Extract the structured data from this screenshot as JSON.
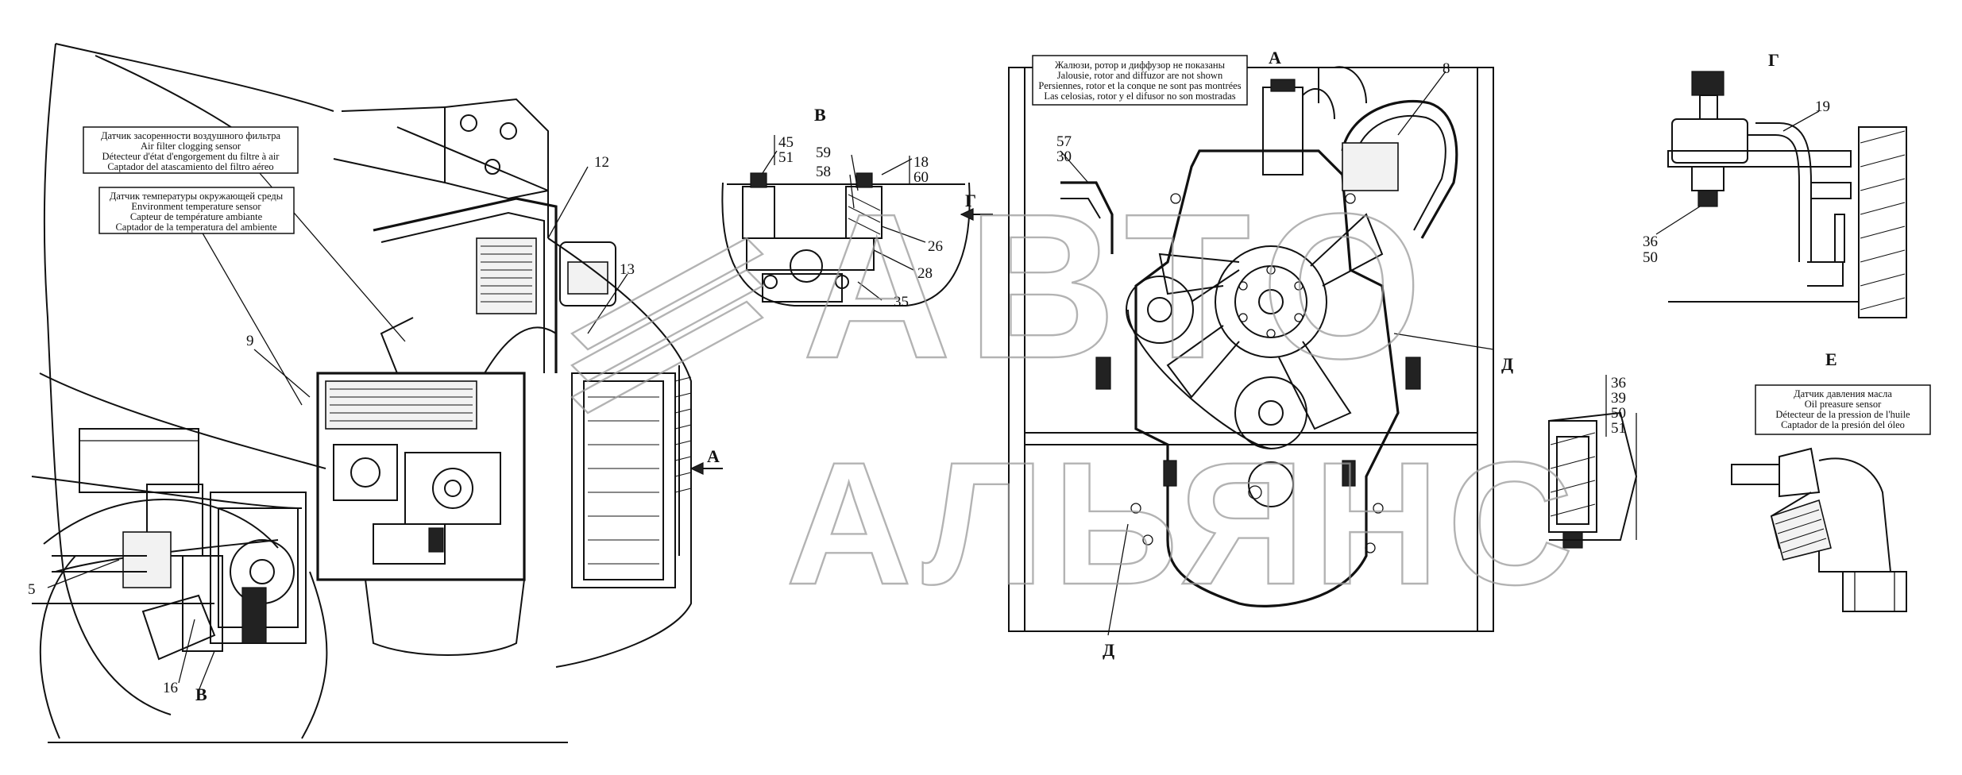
{
  "notes": {
    "air_filter": [
      "Датчик засоренности воздушного фильтра",
      "Air filter clogging sensor",
      "Détecteur d'état d'engorgement du filtre à air",
      "Captador del atascamiento del filtro aéreo"
    ],
    "env_temp": [
      "Датчик температуры окружающей среды",
      "Environment temperature sensor",
      "Capteur de température ambiante",
      "Captador de la temperatura del  ambiente"
    ],
    "jalousie": [
      "Жалюзи, ротор и диффузор не показаны",
      "Jalousie, rotor and diffuzor are not shown",
      "Persiennes, rotor et la conque ne sont pas montrées",
      "Las celosias, rotor y el difusor no son mostradas"
    ],
    "oil_pressure": [
      "Датчик давления масла",
      "Oil preasure sensor",
      "Détecteur de la pression de l'huile",
      "Captador de la presión del óleo"
    ]
  },
  "views": {
    "A_arrow": "A",
    "B_arrow": "В",
    "A_title": "А",
    "B_title": "В",
    "G_title": "Г",
    "G_arrow": "Г",
    "E_title": "Е",
    "D_top": "Д",
    "D_bottom": "Д"
  },
  "callouts": {
    "n12": "12",
    "n13": "13",
    "n9": "9",
    "n5": "5",
    "n16": "16",
    "n45": "45",
    "n51a": "51",
    "n18": "18",
    "n60": "60",
    "n59": "59",
    "n58": "58",
    "n26": "26",
    "n28": "28",
    "n35": "35",
    "n57": "57",
    "n30": "30",
    "n8": "8",
    "n19": "19",
    "n36a": "36",
    "n50a": "50",
    "n36b": "36",
    "n39": "39",
    "n50b": "50",
    "n51b": "51"
  },
  "watermark": {
    "line1": "АВТО",
    "line2": "АЛЬЯНС"
  }
}
